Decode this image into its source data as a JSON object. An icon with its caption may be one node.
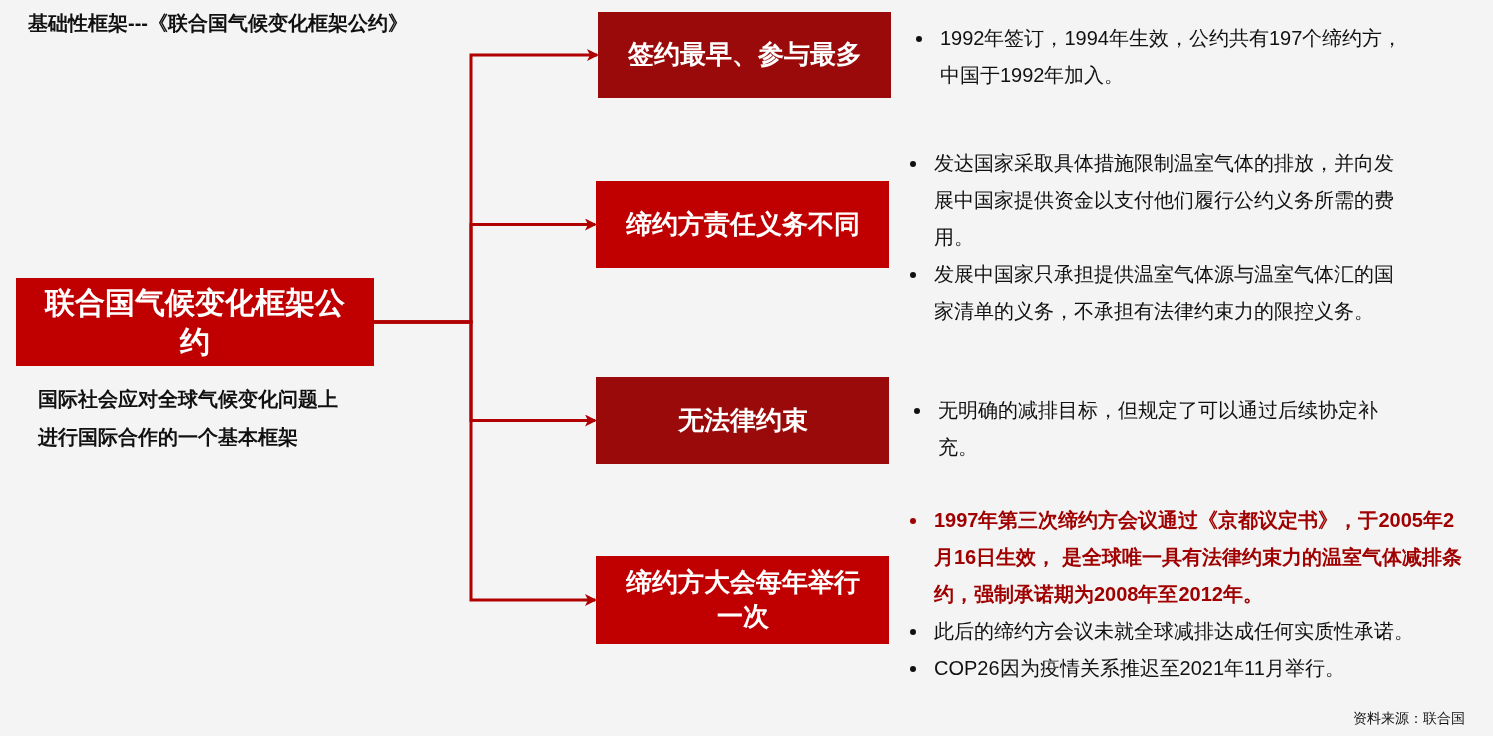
{
  "diagram": {
    "title": "基础性框架---《联合国气候变化框架公约》",
    "nodes": [
      {
        "text": [
          "联合国气候变化框架公约"
        ],
        "beside": [
          "国际社会应对全球气候变化问题上进行国际合作的一个基本框架"
        ]
      },
      {
        "text": [
          "签约最早、参与最多"
        ],
        "beside": [
          "1992年签订，1994年生效，公约共有197个缔约方，中国于1992年加入。"
        ]
      },
      {
        "text": [
          "缔约方责任义务不同"
        ],
        "beside": [
          "发达国家采取具体措施限制温室气体的排放，并向发展中国家提供资金以支付他们履行公约义务所需的费用。",
          "发展中国家只承担提供温室气体源与温室气体汇的国家清单的义务，不承担有法律约束力的限控义务。"
        ]
      },
      {
        "text": [
          "无法律约束"
        ],
        "beside": [
          "无明确的减排目标，但规定了可以通过后续协定补充。"
        ]
      },
      {
        "text": [
          "缔约方大会每年举行一次"
        ],
        "beside": [
          "1997年第三次缔约方会议通过《京都议定书》，于2005年2月16日生效， 是全球唯一具有法律约束力的温室气体减排条约，强制承诺期为2008年至2012年。",
          "此后的缔约方会议未就全球减排达成任何实质性承诺。",
          "COP26因为疫情关系推迟至2021年11月举行。"
        ]
      }
    ],
    "edges": [
      {
        "from": 0,
        "to": 1,
        "arrow": "to"
      },
      {
        "from": 0,
        "to": 2,
        "arrow": "to"
      },
      {
        "from": 0,
        "to": 3,
        "arrow": "to"
      },
      {
        "from": 0,
        "to": 4,
        "arrow": "to"
      }
    ],
    "labels": [
      "资料来源：联合国"
    ]
  }
}
